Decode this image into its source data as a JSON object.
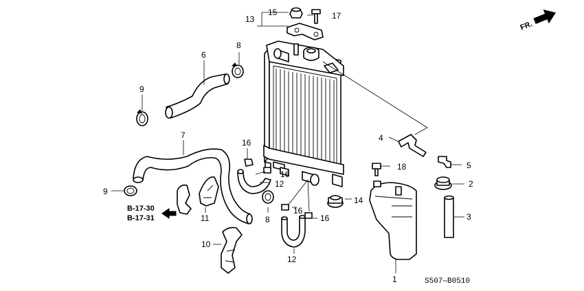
{
  "parts": [
    {
      "number": "1"
    },
    {
      "number": "2"
    },
    {
      "number": "3"
    },
    {
      "number": "4"
    },
    {
      "number": "5"
    },
    {
      "number": "6"
    },
    {
      "number": "7"
    },
    {
      "number": "8"
    },
    {
      "number": "8"
    },
    {
      "number": "9"
    },
    {
      "number": "9"
    },
    {
      "number": "10"
    },
    {
      "number": "11"
    },
    {
      "number": "12"
    },
    {
      "number": "12"
    },
    {
      "number": "13"
    },
    {
      "number": "14"
    },
    {
      "number": "15"
    },
    {
      "number": "16"
    },
    {
      "number": "16"
    },
    {
      "number": "16"
    },
    {
      "number": "16"
    },
    {
      "number": "17"
    },
    {
      "number": "18"
    }
  ],
  "references": [
    "B-17-30",
    "B-17-31"
  ],
  "front_arrow": "FR.",
  "diagram_code": "S507—B0510",
  "colors": {
    "ink": "#000000",
    "paper": "#ffffff"
  }
}
